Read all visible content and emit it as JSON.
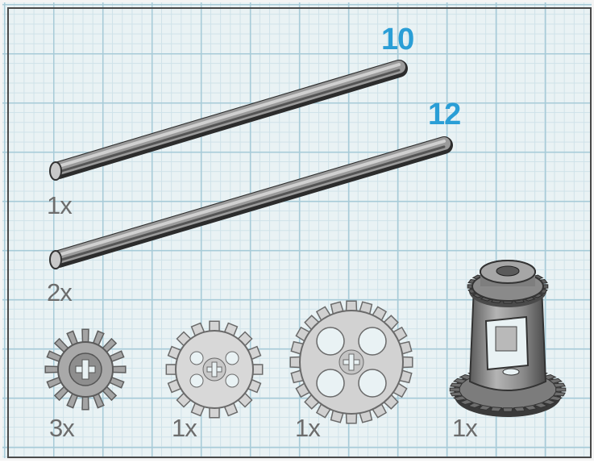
{
  "sheet": {
    "accent_color": "#2a9ed6",
    "part_color": "#8e8e8e",
    "axles": [
      {
        "length_label": "10",
        "quantity_label": "1x"
      },
      {
        "length_label": "12",
        "quantity_label": "2x"
      }
    ],
    "gears": [
      {
        "name": "8-tooth gear",
        "quantity_label": "3x"
      },
      {
        "name": "16-tooth gear",
        "quantity_label": "1x"
      },
      {
        "name": "24-tooth gear",
        "quantity_label": "1x"
      },
      {
        "name": "differential housing",
        "quantity_label": "1x"
      }
    ]
  }
}
